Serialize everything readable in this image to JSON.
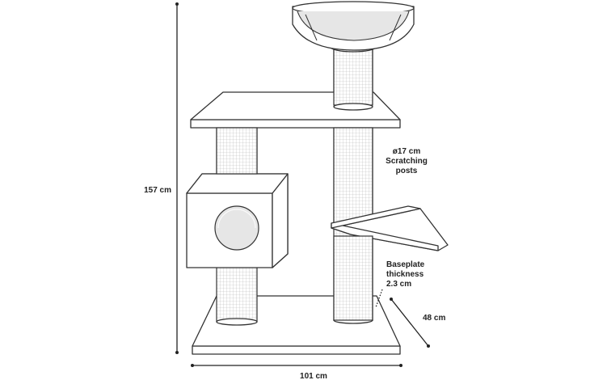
{
  "labels": {
    "height": "157 cm",
    "width": "101 cm",
    "depth": "48 cm",
    "post_line1": "ø17 cm",
    "post_line2": "Scratching",
    "post_line3": "posts",
    "base_line1": "Baseplate",
    "base_line2": "thickness",
    "base_line3": "2.3 cm"
  },
  "colors": {
    "line": "#333333",
    "dimension": "#222222",
    "cushion": "#e6e6e6",
    "background": "#ffffff"
  }
}
